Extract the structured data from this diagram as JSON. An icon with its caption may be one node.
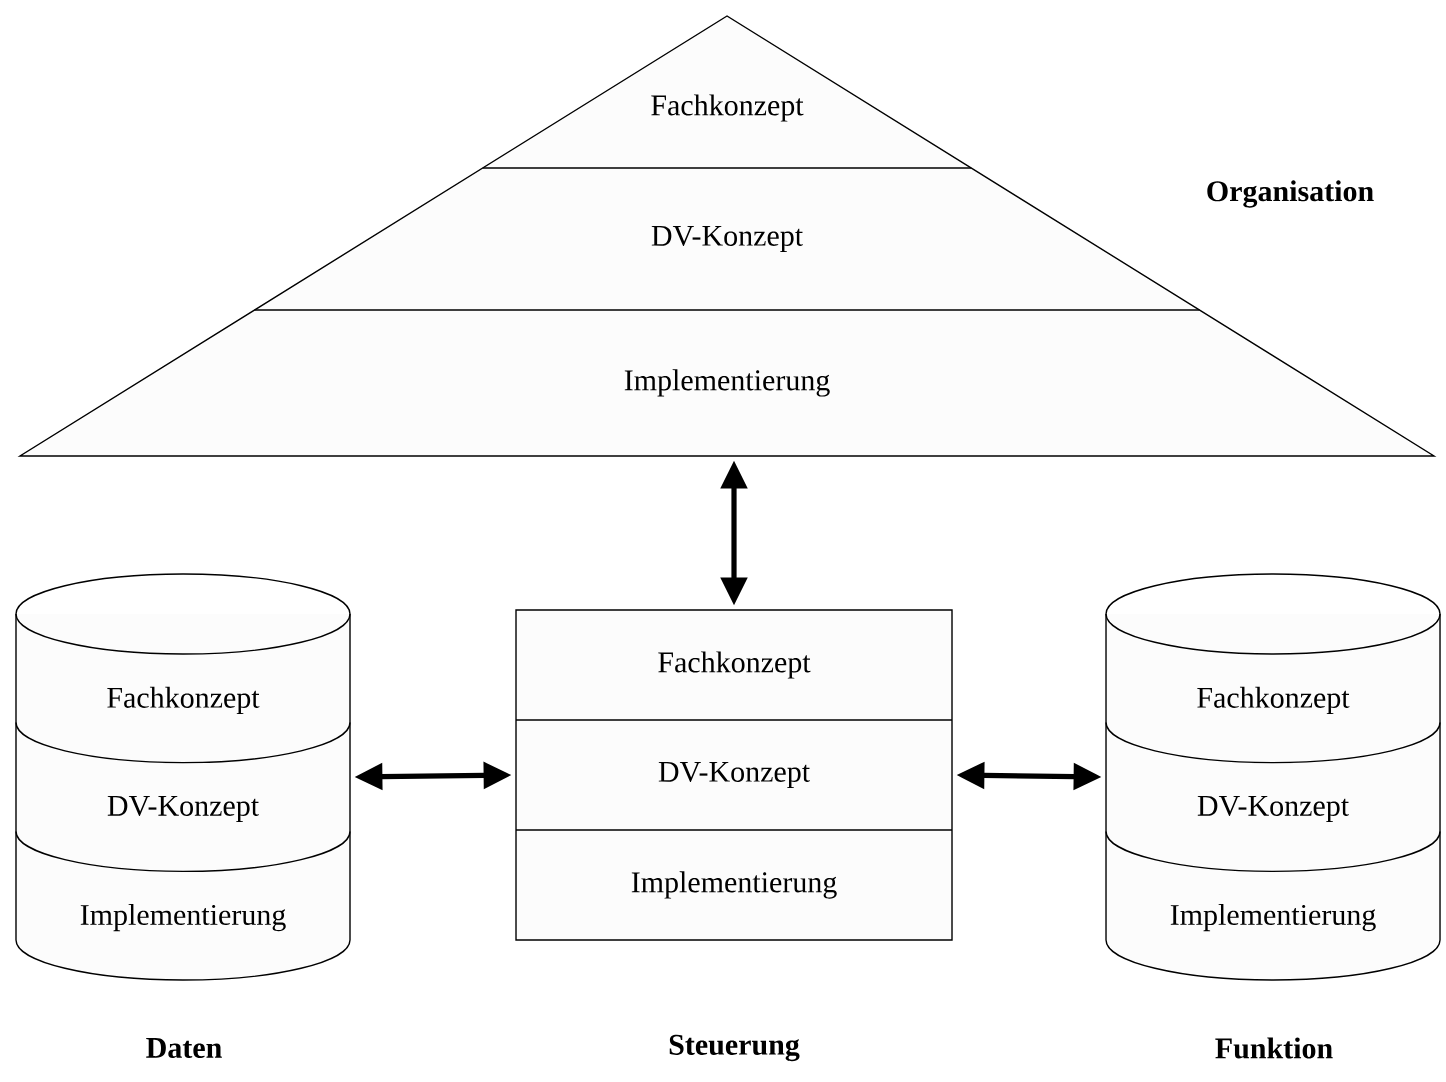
{
  "diagram": {
    "nodes": [
      {
        "text": [],
        "shape": "triangle",
        "beside": [
          "Organisation"
        ]
      },
      {
        "text": [
          "Fachkonzept"
        ],
        "in": 0
      },
      {
        "text": [
          "DV-Konzept"
        ],
        "in": 0
      },
      {
        "text": [
          "Implementierung"
        ],
        "in": 0
      },
      {
        "text": [],
        "shape": "cylinder",
        "beside": [
          "Daten"
        ]
      },
      {
        "text": [
          "Fachkonzept"
        ],
        "in": 4
      },
      {
        "text": [
          "DV-Konzept"
        ],
        "in": 4
      },
      {
        "text": [
          "Implementierung"
        ],
        "in": 4
      },
      {
        "text": [],
        "shape": "box",
        "beside": [
          "Steuerung"
        ]
      },
      {
        "text": [
          "Fachkonzept"
        ],
        "in": 8
      },
      {
        "text": [
          "DV-Konzept"
        ],
        "in": 8
      },
      {
        "text": [
          "Implementierung"
        ],
        "in": 8
      },
      {
        "text": [],
        "shape": "cylinder",
        "beside": [
          "Funktion"
        ]
      },
      {
        "text": [
          "Fachkonzept"
        ],
        "in": 12
      },
      {
        "text": [
          "DV-Konzept"
        ],
        "in": 12
      },
      {
        "text": [
          "Implementierung"
        ],
        "in": 12
      }
    ],
    "edges": [
      {
        "from": 0,
        "to": 8,
        "arrow": "both"
      },
      {
        "from": 4,
        "to": 8,
        "arrow": "both"
      },
      {
        "from": 8,
        "to": 12,
        "arrow": "both"
      }
    ]
  }
}
